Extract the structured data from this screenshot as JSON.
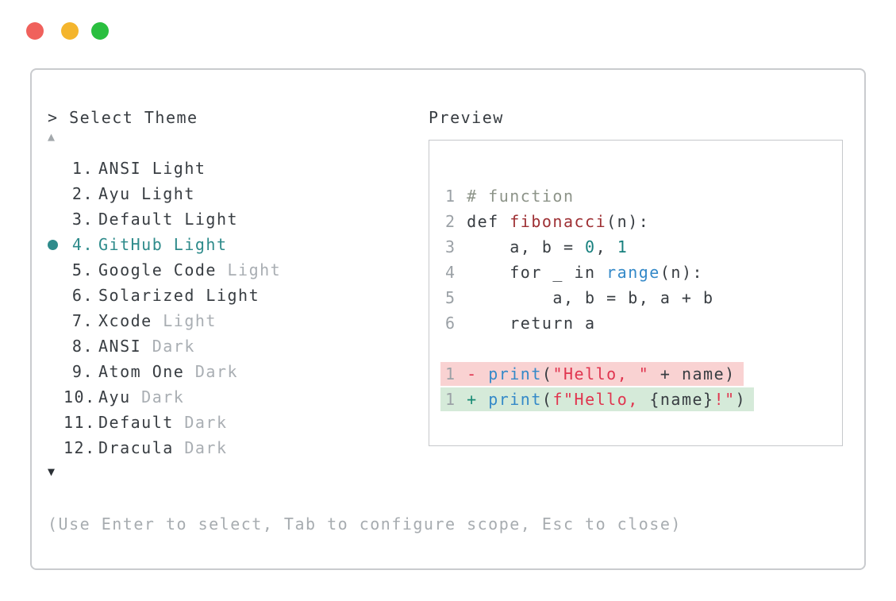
{
  "window": {
    "controls": [
      {
        "name": "close-button"
      },
      {
        "name": "minimize-button"
      },
      {
        "name": "zoom-button"
      }
    ]
  },
  "dialog": {
    "prompt": "> Select Theme",
    "scroll_up_glyph": "▲",
    "scroll_down_glyph": "▼",
    "footer_hint": "(Use Enter to select, Tab to configure scope, Esc to close)",
    "selected_theme": "GitHub Light",
    "themes": [
      {
        "num": "1.",
        "name": "ANSI",
        "variant": "Light",
        "variant_muted": false,
        "selected": false
      },
      {
        "num": "2.",
        "name": "Ayu",
        "variant": "Light",
        "variant_muted": false,
        "selected": false
      },
      {
        "num": "3.",
        "name": "Default",
        "variant": "Light",
        "variant_muted": false,
        "selected": false
      },
      {
        "num": "4.",
        "name": "GitHub",
        "variant": "Light",
        "variant_muted": false,
        "selected": true
      },
      {
        "num": "5.",
        "name": "Google Code",
        "variant": "Light",
        "variant_muted": true,
        "selected": false
      },
      {
        "num": "6.",
        "name": "Solarized",
        "variant": "Light",
        "variant_muted": false,
        "selected": false
      },
      {
        "num": "7.",
        "name": "Xcode",
        "variant": "Light",
        "variant_muted": true,
        "selected": false
      },
      {
        "num": "8.",
        "name": "ANSI",
        "variant": "Dark",
        "variant_muted": true,
        "selected": false
      },
      {
        "num": "9.",
        "name": "Atom One",
        "variant": "Dark",
        "variant_muted": true,
        "selected": false
      },
      {
        "num": "10.",
        "name": "Ayu",
        "variant": "Dark",
        "variant_muted": true,
        "selected": false
      },
      {
        "num": "11.",
        "name": "Default",
        "variant": "Dark",
        "variant_muted": true,
        "selected": false
      },
      {
        "num": "12.",
        "name": "Dracula",
        "variant": "Dark",
        "variant_muted": true,
        "selected": false
      }
    ]
  },
  "preview": {
    "label": "Preview",
    "code_lines": [
      {
        "no": "1",
        "diff": null,
        "tokens": [
          {
            "t": "# function",
            "c": "comment"
          }
        ]
      },
      {
        "no": "2",
        "diff": null,
        "tokens": [
          {
            "t": "def ",
            "c": "plain"
          },
          {
            "t": "fibonacci",
            "c": "func"
          },
          {
            "t": "(n):",
            "c": "plain"
          }
        ]
      },
      {
        "no": "3",
        "diff": null,
        "tokens": [
          {
            "t": "    a, b = ",
            "c": "plain"
          },
          {
            "t": "0",
            "c": "num"
          },
          {
            "t": ", ",
            "c": "plain"
          },
          {
            "t": "1",
            "c": "num"
          }
        ]
      },
      {
        "no": "4",
        "diff": null,
        "tokens": [
          {
            "t": "    for _ in ",
            "c": "plain"
          },
          {
            "t": "range",
            "c": "builtin"
          },
          {
            "t": "(n):",
            "c": "plain"
          }
        ]
      },
      {
        "no": "5",
        "diff": null,
        "tokens": [
          {
            "t": "        a, b = b, a + b",
            "c": "plain"
          }
        ]
      },
      {
        "no": "6",
        "diff": null,
        "tokens": [
          {
            "t": "    return a",
            "c": "plain"
          }
        ]
      },
      {
        "no": "",
        "diff": null,
        "tokens": []
      },
      {
        "no": "1",
        "diff": "removed",
        "tokens": [
          {
            "t": "- ",
            "c": "minus"
          },
          {
            "t": "print",
            "c": "builtin"
          },
          {
            "t": "(",
            "c": "plain"
          },
          {
            "t": "\"Hello, \"",
            "c": "string"
          },
          {
            "t": " + name)",
            "c": "plain"
          }
        ]
      },
      {
        "no": "1",
        "diff": "added",
        "tokens": [
          {
            "t": "+ ",
            "c": "plus"
          },
          {
            "t": "print",
            "c": "builtin"
          },
          {
            "t": "(",
            "c": "plain"
          },
          {
            "t": "f\"Hello, ",
            "c": "string"
          },
          {
            "t": "{name}",
            "c": "plain"
          },
          {
            "t": "!\"",
            "c": "string"
          },
          {
            "t": ")",
            "c": "plain"
          }
        ]
      }
    ]
  },
  "palette": {
    "text": "#383d42",
    "muted": "#a9aeb3",
    "selected": "#2e8b8b",
    "border": "#c9cbce",
    "lineno": "#9ba1a6",
    "comment": "#8d9489",
    "function": "#9e3034",
    "number": "#17807e",
    "builtin": "#3489c8",
    "string": "#e0354f",
    "plus": "#178a74",
    "removed_bg": "#f9d2d2",
    "added_bg": "#d5ead9",
    "tl_close": "#f0615c",
    "tl_min": "#f4b52d",
    "tl_zoom": "#2abf3f"
  }
}
